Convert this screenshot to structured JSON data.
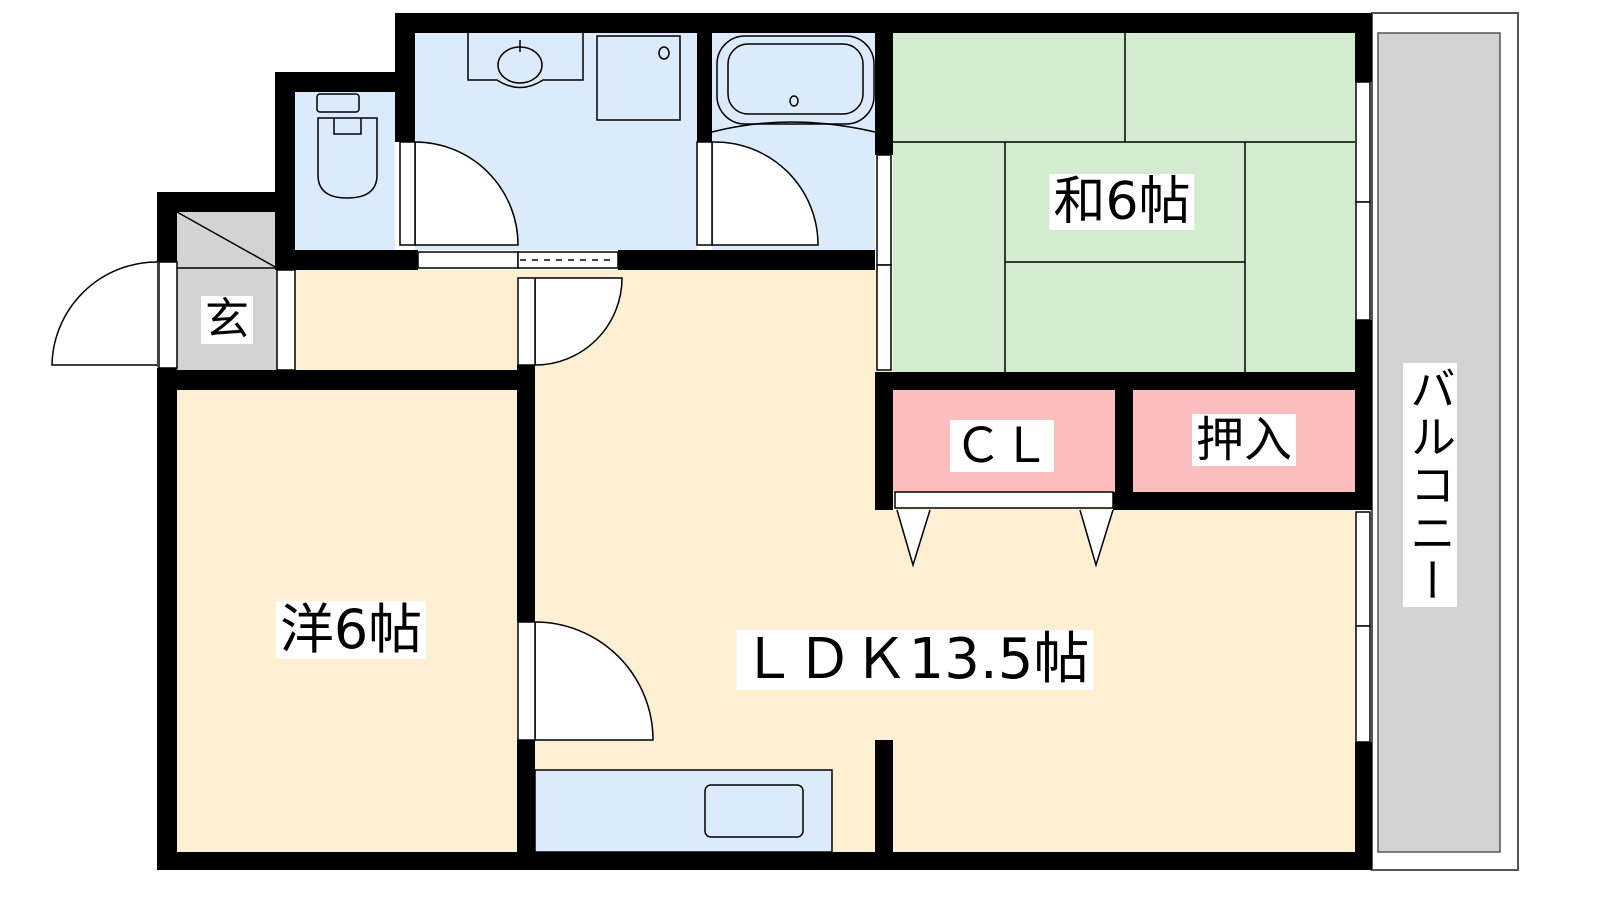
{
  "rooms": {
    "genkan": "玄",
    "washitsu": "和6帖",
    "closet": "ＣＬ",
    "oshiire": "押入",
    "youshitsu": "洋6帖",
    "ldk": "ＬＤＫ13.5帖",
    "balcony": "バルコニー"
  },
  "colors": {
    "wet_area": "#dcebfc",
    "living": "#fdf0d2",
    "tatami": "#d3ebcf",
    "storage": "#fbbdbd",
    "entrance": "#d3d3d3",
    "wall": "#000000"
  }
}
